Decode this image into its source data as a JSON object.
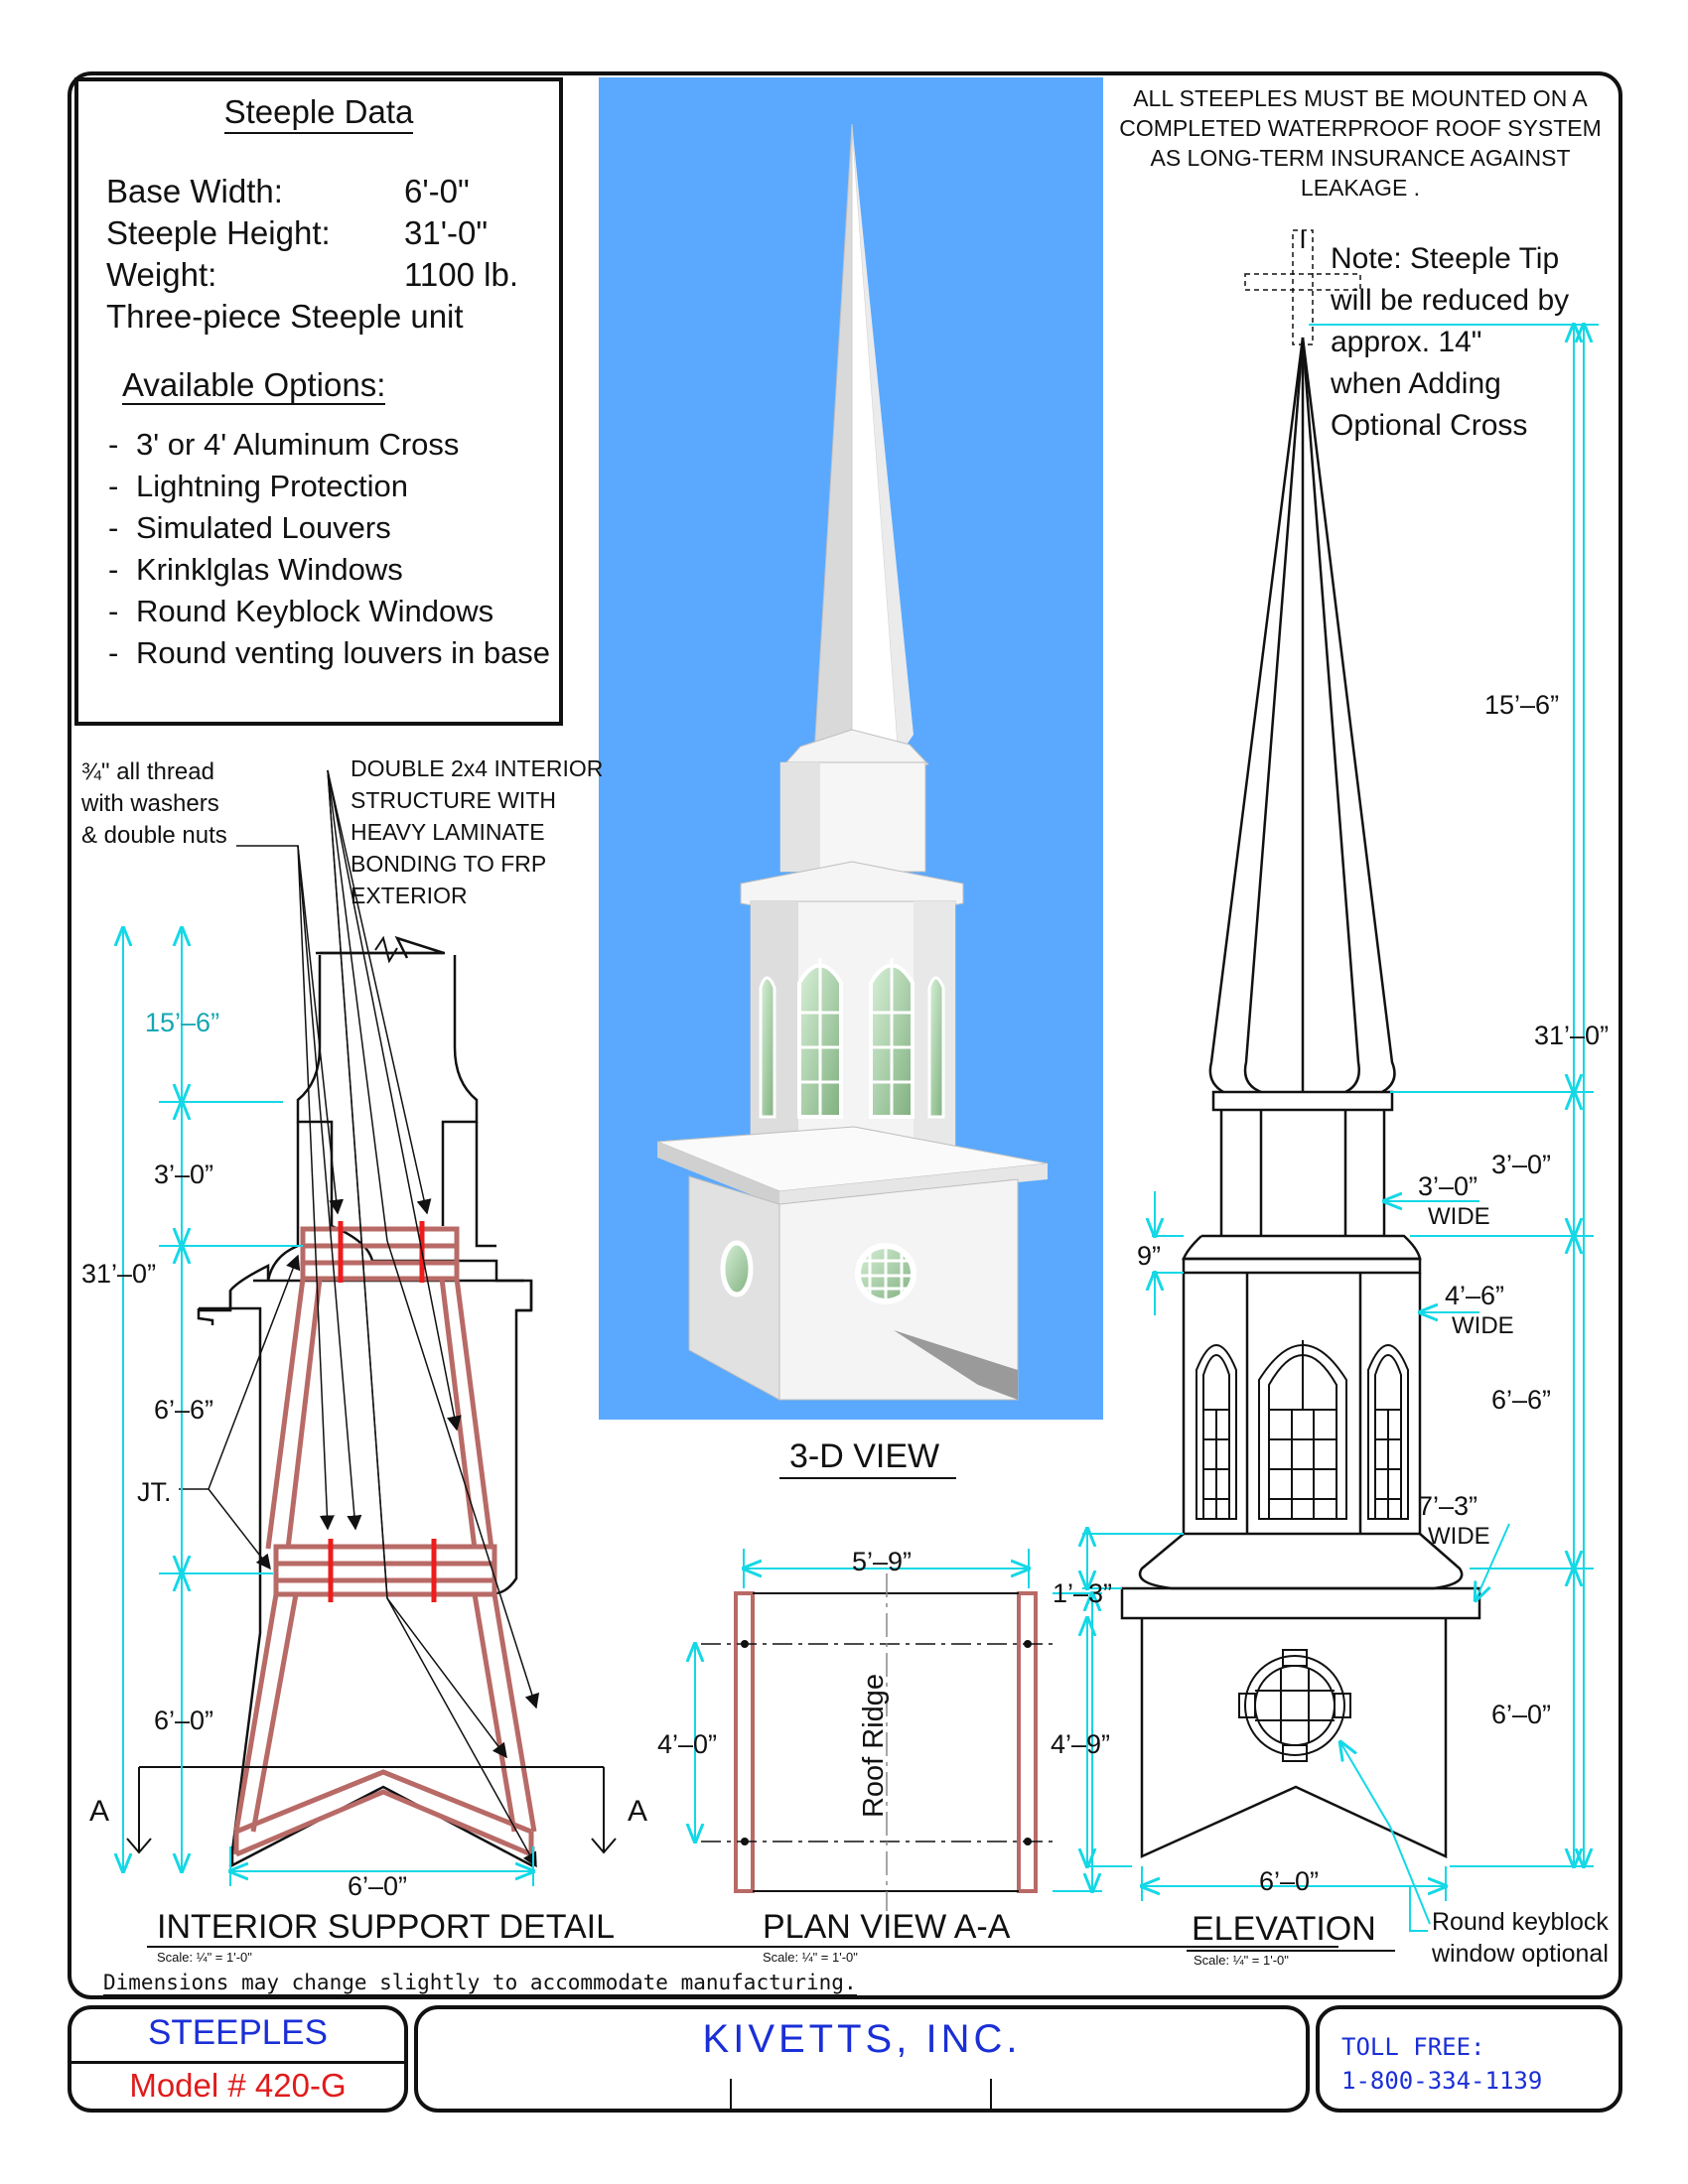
{
  "steeple_data": {
    "title": "Steeple Data",
    "specs": [
      {
        "label": "Base Width:",
        "value": "6'-0\""
      },
      {
        "label": "Steeple Height:",
        "value": "31'-0\""
      },
      {
        "label": "Weight:",
        "value": "1100 lb."
      }
    ],
    "unit_note": "Three-piece Steeple unit",
    "options_title": "Available Options:",
    "options": [
      "3' or 4' Aluminum Cross",
      "Lightning Protection",
      "Simulated Louvers",
      "Krinklglas Windows",
      "Round Keyblock Windows",
      "Round venting louvers in base"
    ]
  },
  "notes": {
    "mounting": "ALL STEEPLES MUST BE MOUNTED ON A COMPLETED WATERPROOF ROOF SYSTEM AS LONG-TERM INSURANCE AGAINST LEAKAGE .",
    "tip_lines": [
      "Note:  Steeple Tip",
      "will be reduced by",
      "approx. 14\"",
      "when Adding",
      "Optional Cross"
    ],
    "dimensions": "Dimensions may change slightly to accommodate manufacturing."
  },
  "interior": {
    "thread_lines": [
      "¾\" all thread",
      "with washers",
      "& double nuts"
    ],
    "structure_lines": [
      "DOUBLE 2x4 INTERIOR",
      "STRUCTURE WITH",
      "HEAVY LAMINATE",
      "BONDING TO FRP",
      "EXTERIOR"
    ],
    "dim_15_6": "15’–6”",
    "dim_3_0": "3’–0”",
    "dim_31_0": "31’–0”",
    "dim_6_6": "6’–6”",
    "jt": "JT.",
    "dim_6_0_side": "6’–0”",
    "dim_6_0_bottom": "6’–0”",
    "section_a_left": "A",
    "section_a_right": "A",
    "title": "INTERIOR SUPPORT DETAIL",
    "scale": "Scale: ¼\" = 1'-0\""
  },
  "view3d": {
    "title": "3-D VIEW"
  },
  "plan": {
    "dim_width": "5’–9”",
    "dim_left": "4’–0”",
    "dim_right": "4’–9”",
    "dim_overhang": "1’–3”",
    "ridge": "Roof Ridge",
    "title": "PLAN VIEW A-A",
    "scale": "Scale: ¼\" = 1'-0\""
  },
  "elevation": {
    "dim_15_6": "15’–6”",
    "dim_31_0": "31’–0”",
    "dim_3_0": "3’–0”",
    "wide_3_0": "3’–0”",
    "wide_3_0_b": "WIDE",
    "dim_9": "9”",
    "wide_4_6": "4’–6”",
    "wide_4_6_b": "WIDE",
    "dim_6_6": "6’–6”",
    "wide_7_3": "7’–3”",
    "wide_7_3_b": "WIDE",
    "dim_6_0_right": "6’–0”",
    "dim_6_0_bottom": "6’–0”",
    "keyblock_lines": [
      "Round  keyblock",
      "window  optional"
    ],
    "title": "ELEVATION",
    "scale": "Scale: ¼\" = 1'-0\""
  },
  "title_block": {
    "category": "STEEPLES",
    "model": "Model # 420-G",
    "company": "KIVETTS, INC.",
    "toll_label": "TOLL FREE:",
    "toll_number": "1-800-334-1139"
  },
  "colors": {
    "dimension": "#14d8e6",
    "structure": "#b86a66",
    "bolt": "#ee1c1c",
    "sky": "#5aa9ff",
    "title_blue": "#1a2fd6",
    "title_red": "#e01b1b"
  }
}
